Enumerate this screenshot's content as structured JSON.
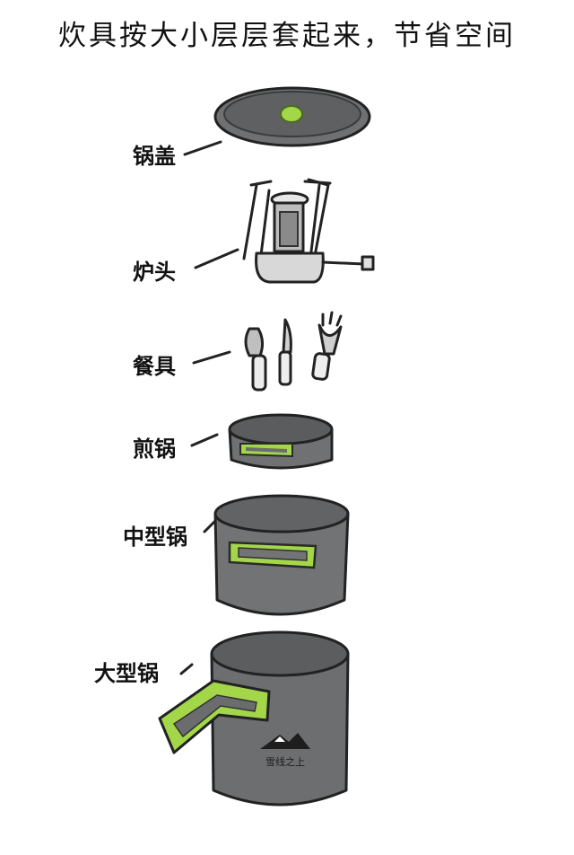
{
  "title": "炊具按大小层层套起来，节省空间",
  "labels": {
    "lid": "锅盖",
    "burner": "炉头",
    "utensils": "餐具",
    "frying_pan": "煎锅",
    "medium_pot": "中型锅",
    "large_pot": "大型锅"
  },
  "logo_text": "雪线之上",
  "colors": {
    "pot_fill": "#6a6c6d",
    "pot_rim": "#4a4b4c",
    "accent_green": "#a4d64a",
    "outline": "#222222"
  }
}
